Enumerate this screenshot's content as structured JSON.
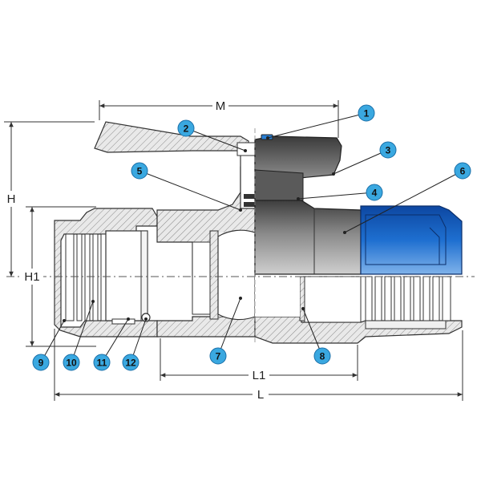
{
  "diagram": {
    "dimensions": {
      "M": "M",
      "H": "H",
      "H1": "H1",
      "L1": "L1",
      "L": "L"
    },
    "callouts": [
      {
        "id": "callout-1",
        "label": "1"
      },
      {
        "id": "callout-2",
        "label": "2"
      },
      {
        "id": "callout-3",
        "label": "3"
      },
      {
        "id": "callout-4",
        "label": "4"
      },
      {
        "id": "callout-5",
        "label": "5"
      },
      {
        "id": "callout-6",
        "label": "6"
      },
      {
        "id": "callout-7",
        "label": "7"
      },
      {
        "id": "callout-8",
        "label": "8"
      },
      {
        "id": "callout-9",
        "label": "9"
      },
      {
        "id": "callout-10",
        "label": "10"
      },
      {
        "id": "callout-11",
        "label": "11"
      },
      {
        "id": "callout-12",
        "label": "12"
      }
    ],
    "colors": {
      "callout_fill": "#3aa8e0",
      "compression_nut": "#1565c0",
      "body_dark": "#4a4a4a",
      "hatch": "#777777"
    }
  }
}
